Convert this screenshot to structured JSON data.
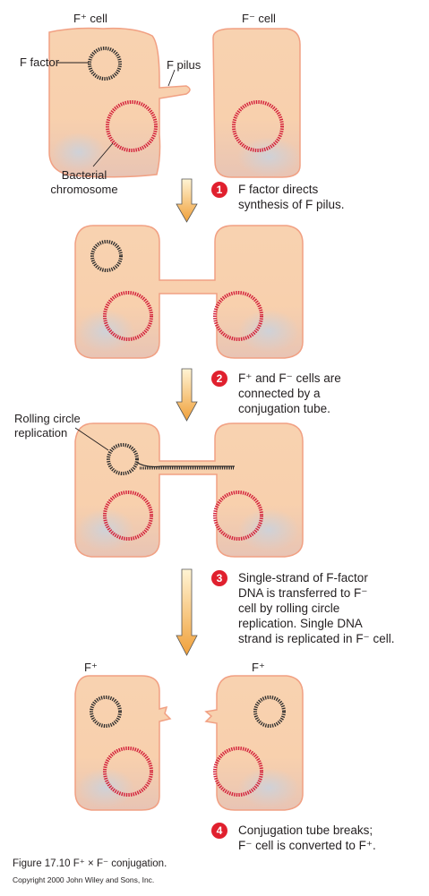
{
  "panel1": {
    "fplus_cell": "F⁺ cell",
    "fminus_cell": "F⁻ cell",
    "f_factor": "F factor",
    "f_pilus": "F pilus",
    "chromosome_line1": "Bacterial",
    "chromosome_line2": "chromosome"
  },
  "panel3": {
    "rolling_line1": "Rolling circle",
    "rolling_line2": "replication"
  },
  "panel4": {
    "fplus_left": "F⁺",
    "fplus_right": "F⁺"
  },
  "steps": [
    {
      "number": "1",
      "lines": [
        "F factor directs",
        "synthesis of F pilus."
      ]
    },
    {
      "number": "2",
      "lines": [
        "F⁺ and F⁻ cells are",
        "connected by a",
        "conjugation tube."
      ]
    },
    {
      "number": "3",
      "lines": [
        "Single-strand of F-factor",
        "DNA is transferred to F⁻",
        "cell by rolling circle",
        "replication. Single DNA",
        "strand is replicated in F⁻ cell."
      ]
    },
    {
      "number": "4",
      "lines": [
        "Conjugation tube breaks;",
        "F⁻ cell is converted to F⁺."
      ]
    }
  ],
  "caption": "Figure 17.10  F⁺ × F⁻ conjugation.",
  "copyright": "Copyright 2000 John Wiley and Sons, Inc.",
  "colors": {
    "cell_fill": "#f8d1ae",
    "cell_outline": "#f1a083",
    "cell_shade": "#c5d1de",
    "chromosome": "#d3203a",
    "f_factor": "#2b2b2b",
    "arrow_top": "#fff3cf",
    "arrow_bottom": "#f1a43c",
    "badge": "#e0202e"
  }
}
